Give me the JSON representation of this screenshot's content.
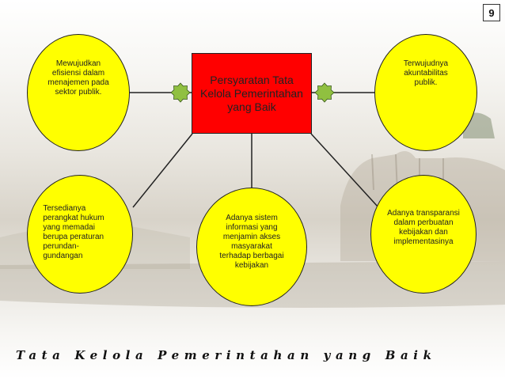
{
  "page_number": "9",
  "center": {
    "label": "Persyaratan Tata\nKelola Pemerintahan\nyang Baik",
    "color": "#ff0000"
  },
  "circles": {
    "top_left": "Mewujudkan\nefisiensi dalam\nmenajemen pada\nsektor publik.",
    "top_right": "Terwujudnya\nakuntabilitas\npublik.",
    "mid_left": "Tersedianya\nperangkat hukum\nyang memadai\nberupa peraturan\nperundan-\ngundangan",
    "bottom_center": "Adanya sistem\ninformasi yang\nmenjamin akses\nmasyarakat\nterhadap berbagai\nkebijakan",
    "mid_right": "Adanya transparansi\ndalam perbuatan\nkebijakan dan\nimplementasinya"
  },
  "circle_color": "#ffff00",
  "connector_color": "#222222",
  "star_color": "#90c040",
  "footer": "Tata Kelola Pemerintahan yang Baik"
}
